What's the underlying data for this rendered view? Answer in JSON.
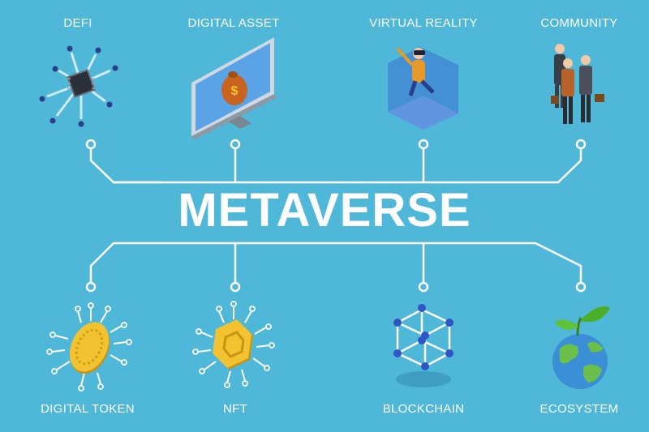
{
  "title": "METAVERSE",
  "nodes": {
    "top": [
      {
        "label": "DEFI",
        "icon": "chip-network-icon"
      },
      {
        "label": "DIGITAL ASSET",
        "icon": "monitor-money-bag-icon"
      },
      {
        "label": "VIRTUAL REALITY",
        "icon": "vr-headset-user-icon"
      },
      {
        "label": "COMMUNITY",
        "icon": "business-people-icon"
      }
    ],
    "bottom": [
      {
        "label": "DIGITAL TOKEN",
        "icon": "gold-coin-circuit-icon"
      },
      {
        "label": "NFT",
        "icon": "hexagon-coin-circuit-icon"
      },
      {
        "label": "BLOCKCHAIN",
        "icon": "cube-network-icon"
      },
      {
        "label": "ECOSYSTEM",
        "icon": "globe-plant-icon"
      }
    ]
  },
  "colors": {
    "background": "#4fb8d8",
    "lines": "#ffffff",
    "gold": "#f2c230",
    "navy": "#2b3e8c",
    "green": "#4caf2a"
  }
}
